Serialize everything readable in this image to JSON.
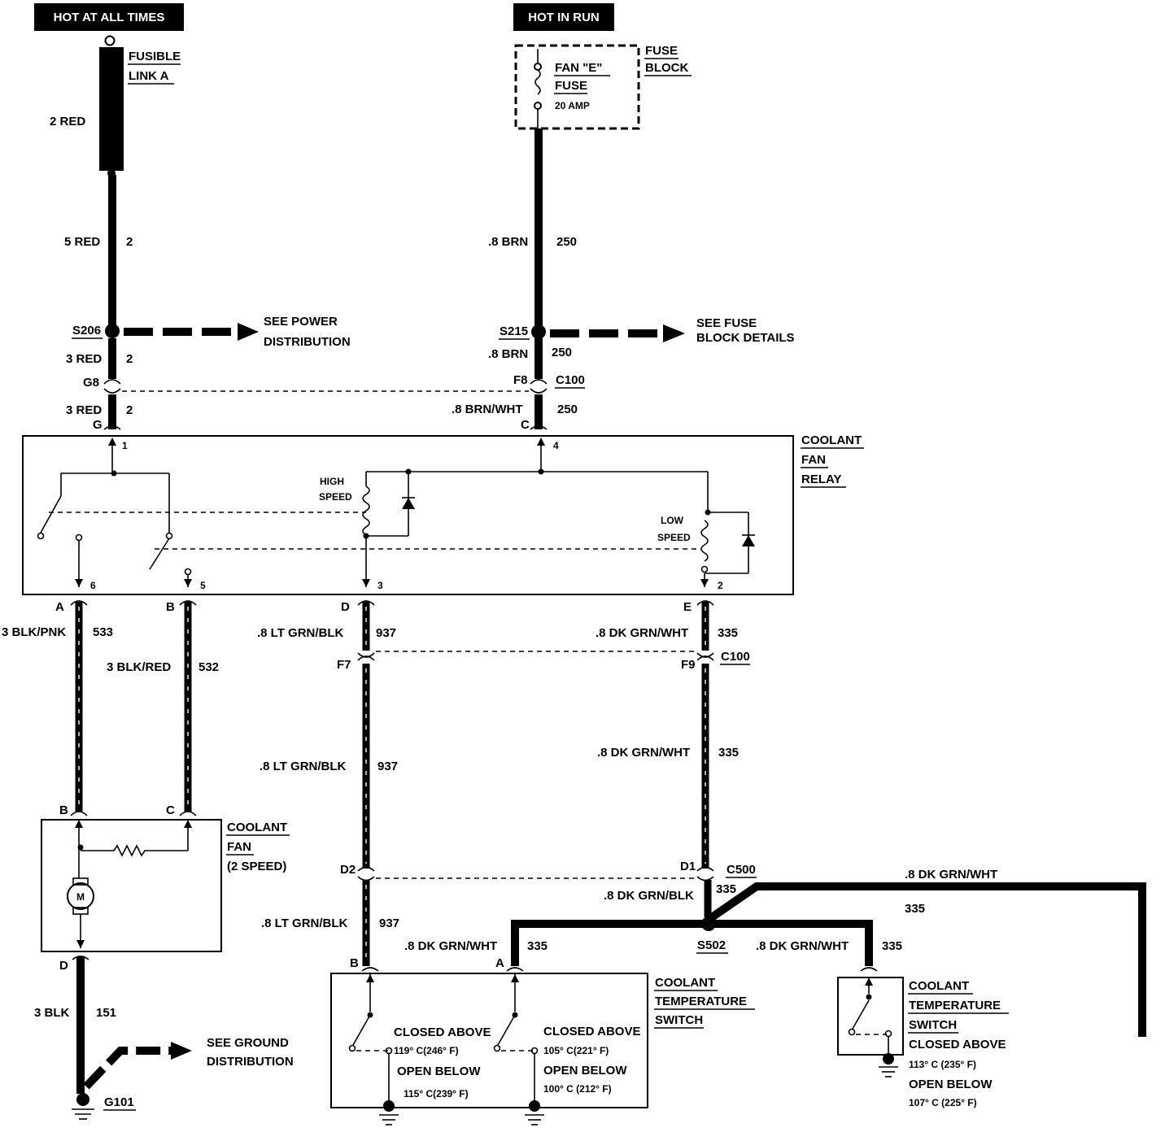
{
  "headers": {
    "hot_at_all_times": "HOT AT ALL TIMES",
    "hot_in_run": "HOT IN RUN"
  },
  "fusible_link": {
    "line1": "FUSIBLE",
    "line2": "LINK A",
    "wire_label": "2 RED"
  },
  "fuse_block": {
    "label_line1": "FUSE",
    "label_line2": "BLOCK",
    "fuse_line1": "FAN \"E\"",
    "fuse_line2": "FUSE",
    "rating": "20 AMP"
  },
  "wires": {
    "red_5": "5 RED",
    "red_5_circuit": "2",
    "brn_upper": ".8 BRN",
    "brn_upper_circuit": "250",
    "red_3_a": "3 RED",
    "red_3_a_circuit": "2",
    "brn_lower": ".8 BRN",
    "brn_lower_circuit": "250",
    "red_3_b": "3 RED",
    "red_3_b_circuit": "2",
    "brn_wht": ".8 BRN/WHT",
    "brn_wht_circuit": "250",
    "blk_pnk": "3 BLK/PNK",
    "blk_pnk_circuit": "533",
    "blk_red": "3 BLK/RED",
    "blk_red_circuit": "532",
    "lt_grn_1": ".8 LT GRN/BLK",
    "lt_grn_1_circuit": "937",
    "dk_grn_1": ".8 DK GRN/WHT",
    "dk_grn_1_circuit": "335",
    "lt_grn_2": ".8 LT GRN/BLK",
    "lt_grn_2_circuit": "937",
    "dk_grn_2": ".8 DK GRN/WHT",
    "dk_grn_2_circuit": "335",
    "dk_grn_blk": ".8 DK GRN/BLK",
    "dk_grn_blk_circuit": "335",
    "dk_grn_right": ".8 DK GRN/WHT",
    "dk_grn_right_circuit": "335",
    "lt_grn_3": ".8 LT GRN/BLK",
    "lt_grn_3_circuit": "937",
    "dk_grn_3": ".8 DK GRN/WHT",
    "dk_grn_3_circuit": "335",
    "dk_grn_4": ".8 DK GRN/WHT",
    "dk_grn_4_circuit": "335",
    "blk_ground": "3 BLK",
    "blk_ground_circuit": "151"
  },
  "splices": {
    "s206": "S206",
    "s215": "S215",
    "s502": "S502"
  },
  "references": {
    "power_line1": "SEE POWER",
    "power_line2": "DISTRIBUTION",
    "fuse_line1": "SEE FUSE",
    "fuse_line2": "BLOCK DETAILS",
    "ground_line1": "SEE GROUND",
    "ground_line2": "DISTRIBUTION"
  },
  "connectors": {
    "g8": "G8",
    "f8": "F8",
    "c100_top": "C100",
    "g": "G",
    "c": "C",
    "a": "A",
    "b": "B",
    "d": "D",
    "e": "E",
    "f7": "F7",
    "f9": "F9",
    "c100_mid": "C100",
    "d2": "D2",
    "d1": "D1",
    "c500": "C500",
    "fan_b": "B",
    "fan_c": "C",
    "fan_d": "D",
    "sw_b": "B",
    "sw_a": "A"
  },
  "relay": {
    "label_line1": "COOLANT",
    "label_line2": "FAN",
    "label_line3": "RELAY",
    "high_line1": "HIGH",
    "high_line2": "SPEED",
    "low_line1": "LOW",
    "low_line2": "SPEED",
    "pins": {
      "p1": "1",
      "p4": "4",
      "p6": "6",
      "p5": "5",
      "p3": "3",
      "p2": "2"
    }
  },
  "fan": {
    "label_line1": "COOLANT",
    "label_line2": "FAN",
    "label_line3": "(2 SPEED)",
    "motor": "M"
  },
  "switch_dual": {
    "label_line1": "COOLANT",
    "label_line2": "TEMPERATURE",
    "label_line3": "SWITCH",
    "left_closed": "CLOSED ABOVE",
    "left_closed_temp": "119° C(246° F)",
    "left_open": "OPEN BELOW",
    "left_open_temp": "115° C(239° F)",
    "right_closed": "CLOSED ABOVE",
    "right_closed_temp": "105° C(221° F)",
    "right_open": "OPEN BELOW",
    "right_open_temp": "100° C (212° F)"
  },
  "switch_single": {
    "label_line1": "COOLANT",
    "label_line2": "TEMPERATURE",
    "label_line3": "SWITCH",
    "closed": "CLOSED ABOVE",
    "closed_temp": "113° C (235° F)",
    "open": "OPEN BELOW",
    "open_temp": "107° C (225° F)"
  },
  "ground": {
    "g101": "G101"
  }
}
